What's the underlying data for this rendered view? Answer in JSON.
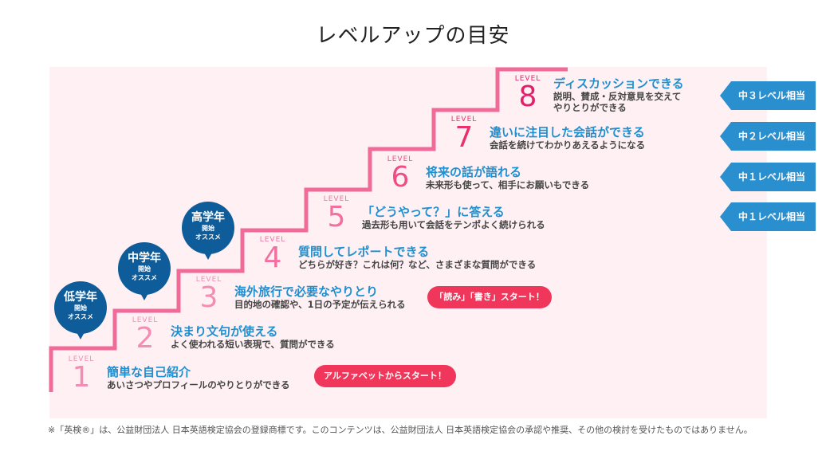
{
  "title": "レベルアップの目安",
  "level_word": "LEVEL",
  "levels": [
    {
      "num": "1",
      "title": "簡単な自己紹介",
      "desc": "あいさつやプロフィールのやりとりができる",
      "color": "#f58cb3"
    },
    {
      "num": "2",
      "title": "決まり文句が使える",
      "desc": "よく使われる短い表現で、質問ができる",
      "color": "#f58cb3"
    },
    {
      "num": "3",
      "title": "海外旅行で必要なやりとり",
      "desc": "目的地の確認や、1日の予定が伝えられる",
      "color": "#f58cb3"
    },
    {
      "num": "4",
      "title": "質問してレポートできる",
      "desc": "どちらが好き？これは何？など、さまざまな質問ができる",
      "color": "#f36fa0"
    },
    {
      "num": "5",
      "title": "「どうやって？」に答える",
      "desc": "過去形も用いて会話をテンポよく続けられる",
      "color": "#f36fa0"
    },
    {
      "num": "6",
      "title": "将来の話が語れる",
      "desc": "未来形も使って、相手にお願いもできる",
      "color": "#ee4d86"
    },
    {
      "num": "7",
      "title": "違いに注目した会話ができる",
      "desc": "会話を続けてわかりあえるようになる",
      "color": "#e8306f"
    },
    {
      "num": "8",
      "title": "ディスカッションできる",
      "desc_lines": [
        "説明、賛成・反対意見を交えて",
        "やりとりができる"
      ],
      "color": "#e0206a"
    }
  ],
  "start_pills": {
    "alphabet": "アルファベットからスタート！",
    "read_write": "「読み」「書き」スタート！"
  },
  "grade_badges": [
    {
      "title": "低学年",
      "line1": "開始",
      "line2": "オススメ"
    },
    {
      "title": "中学年",
      "line1": "開始",
      "line2": "オススメ"
    },
    {
      "title": "高学年",
      "line1": "開始",
      "line2": "オススメ"
    }
  ],
  "equivalents": [
    "中３レベル相当",
    "中２レベル相当",
    "中１レベル相当",
    "中１レベル相当"
  ],
  "footnote": "※「英検®」は、公益財団法人 日本英語検定協会の登録商標です。このコンテンツは、公益財団法人 日本英語検定協会の承認や推奨、その他の検討を受けたものではありません。",
  "colors": {
    "stair": "#f06a9a",
    "panel": "#fff0f4",
    "title_blue": "#1e8fd0",
    "badge_navy": "#0e5c9a",
    "pill_red": "#f0365a",
    "arrow_blue": "#2a8fcf"
  }
}
